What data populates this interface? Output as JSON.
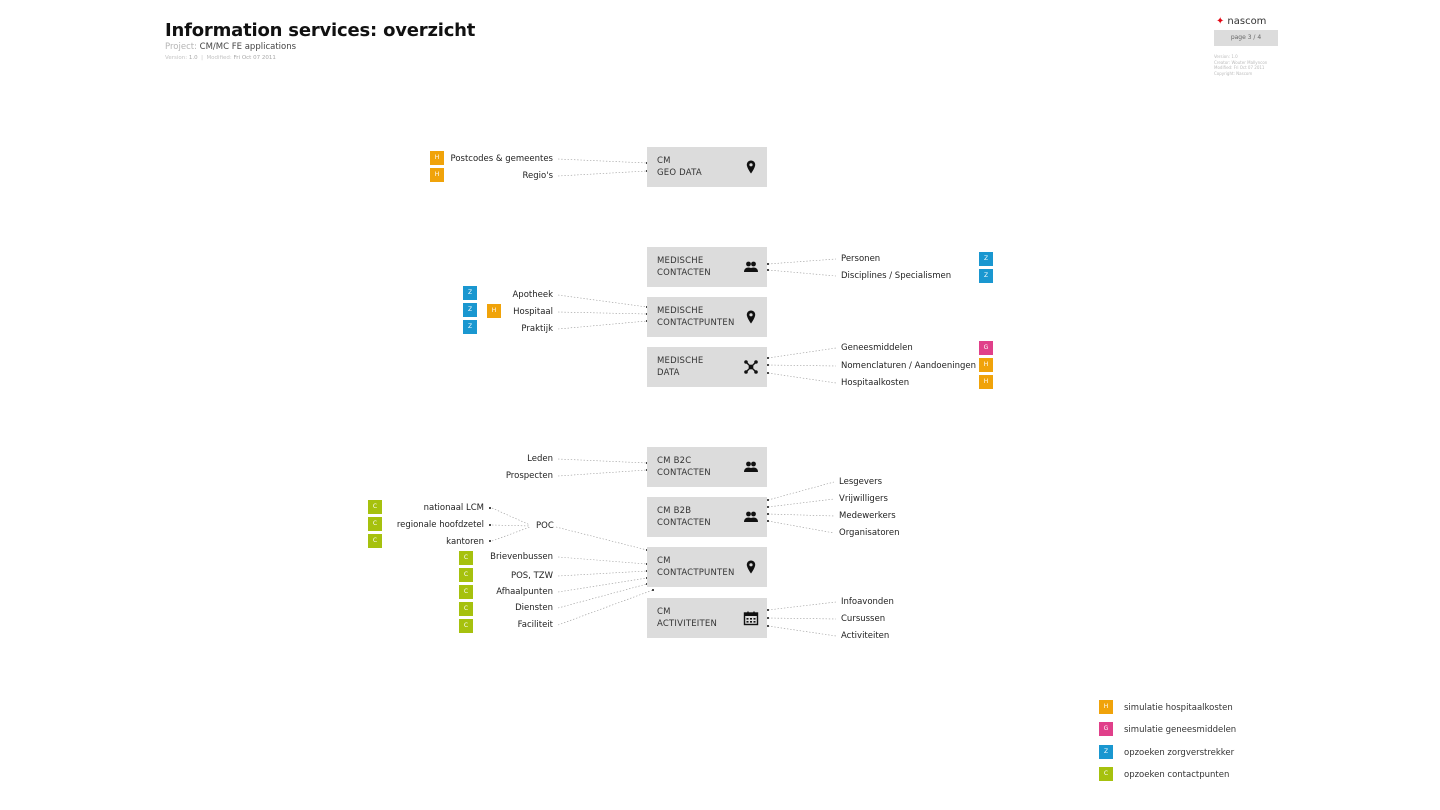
{
  "colors": {
    "H": "#f0a30a",
    "G": "#e0408a",
    "Z": "#1a97d0",
    "C": "#a6c10e",
    "box": "#dcdcdc",
    "brand": "#e30613"
  },
  "header": {
    "title": "Information services: overzicht",
    "project_label": "Project:",
    "project_value": "CM/MC FE applications",
    "version_label": "Version:",
    "version_value": "1.0",
    "modified_label": "Modified:",
    "modified_value": "Fri Oct 07 2011",
    "logo_text": "nascom",
    "page": "page 3 / 4",
    "info_lines": [
      "Version: 1.0",
      "Creator: Wouter Mallyncon",
      "Modified: Fri Oct 07 2011",
      "Copyright: Nascom"
    ]
  },
  "boxes": [
    {
      "id": "geo",
      "lines": [
        "CM",
        "GEO DATA"
      ],
      "icon": "location-pin-icon"
    },
    {
      "id": "medcon",
      "lines": [
        "MEDISCHE",
        "CONTACTEN"
      ],
      "icon": "people-icon"
    },
    {
      "id": "medpunt",
      "lines": [
        "MEDISCHE",
        "CONTACTPUNTEN"
      ],
      "icon": "location-pin-icon"
    },
    {
      "id": "meddata",
      "lines": [
        "MEDISCHE",
        "DATA"
      ],
      "icon": "network-icon"
    },
    {
      "id": "b2c",
      "lines": [
        "CM B2C",
        "CONTACTEN"
      ],
      "icon": "people-icon"
    },
    {
      "id": "b2b",
      "lines": [
        "CM B2B",
        "CONTACTEN"
      ],
      "icon": "people-icon"
    },
    {
      "id": "cmpunt",
      "lines": [
        "CM",
        "CONTACTPUNTEN"
      ],
      "icon": "location-pin-icon"
    },
    {
      "id": "act",
      "lines": [
        "CM",
        "ACTIVITEITEN"
      ],
      "icon": "calendar-icon"
    }
  ],
  "labels": {
    "postcodes": "Postcodes & gemeentes",
    "regios": "Regio's",
    "personen": "Personen",
    "disciplines": "Disciplines / Specialismen",
    "apotheek": "Apotheek",
    "hospitaal": "Hospitaal",
    "praktijk": "Praktijk",
    "geneesmiddelen": "Geneesmiddelen",
    "nomenclaturen": "Nomenclaturen / Aandoeningen",
    "hospitaalkosten": "Hospitaalkosten",
    "leden": "Leden",
    "prospecten": "Prospecten",
    "lesgevers": "Lesgevers",
    "vrijwilligers": "Vrijwilligers",
    "medewerkers": "Medewerkers",
    "organisatoren": "Organisatoren",
    "nationaal": "nationaal LCM",
    "regionale": "regionale hoofdzetel",
    "kantoren": "kantoren",
    "poc": "POC",
    "brievenbussen": "Brievenbussen",
    "pos": "POS, TZW",
    "afhaalpunten": "Afhaalpunten",
    "diensten": "Diensten",
    "faciliteit": "Faciliteit",
    "infoavonden": "Infoavonden",
    "cursussen": "Cursussen",
    "activiteiten": "Activiteiten"
  },
  "tag_letters": {
    "H": "H",
    "G": "G",
    "Z": "Z",
    "C": "C"
  },
  "legend": [
    {
      "letter": "H",
      "text": "simulatie hospitaalkosten"
    },
    {
      "letter": "G",
      "text": "simulatie geneesmiddelen"
    },
    {
      "letter": "Z",
      "text": "opzoeken zorgverstrekker"
    },
    {
      "letter": "C",
      "text": "opzoeken contactpunten"
    }
  ]
}
